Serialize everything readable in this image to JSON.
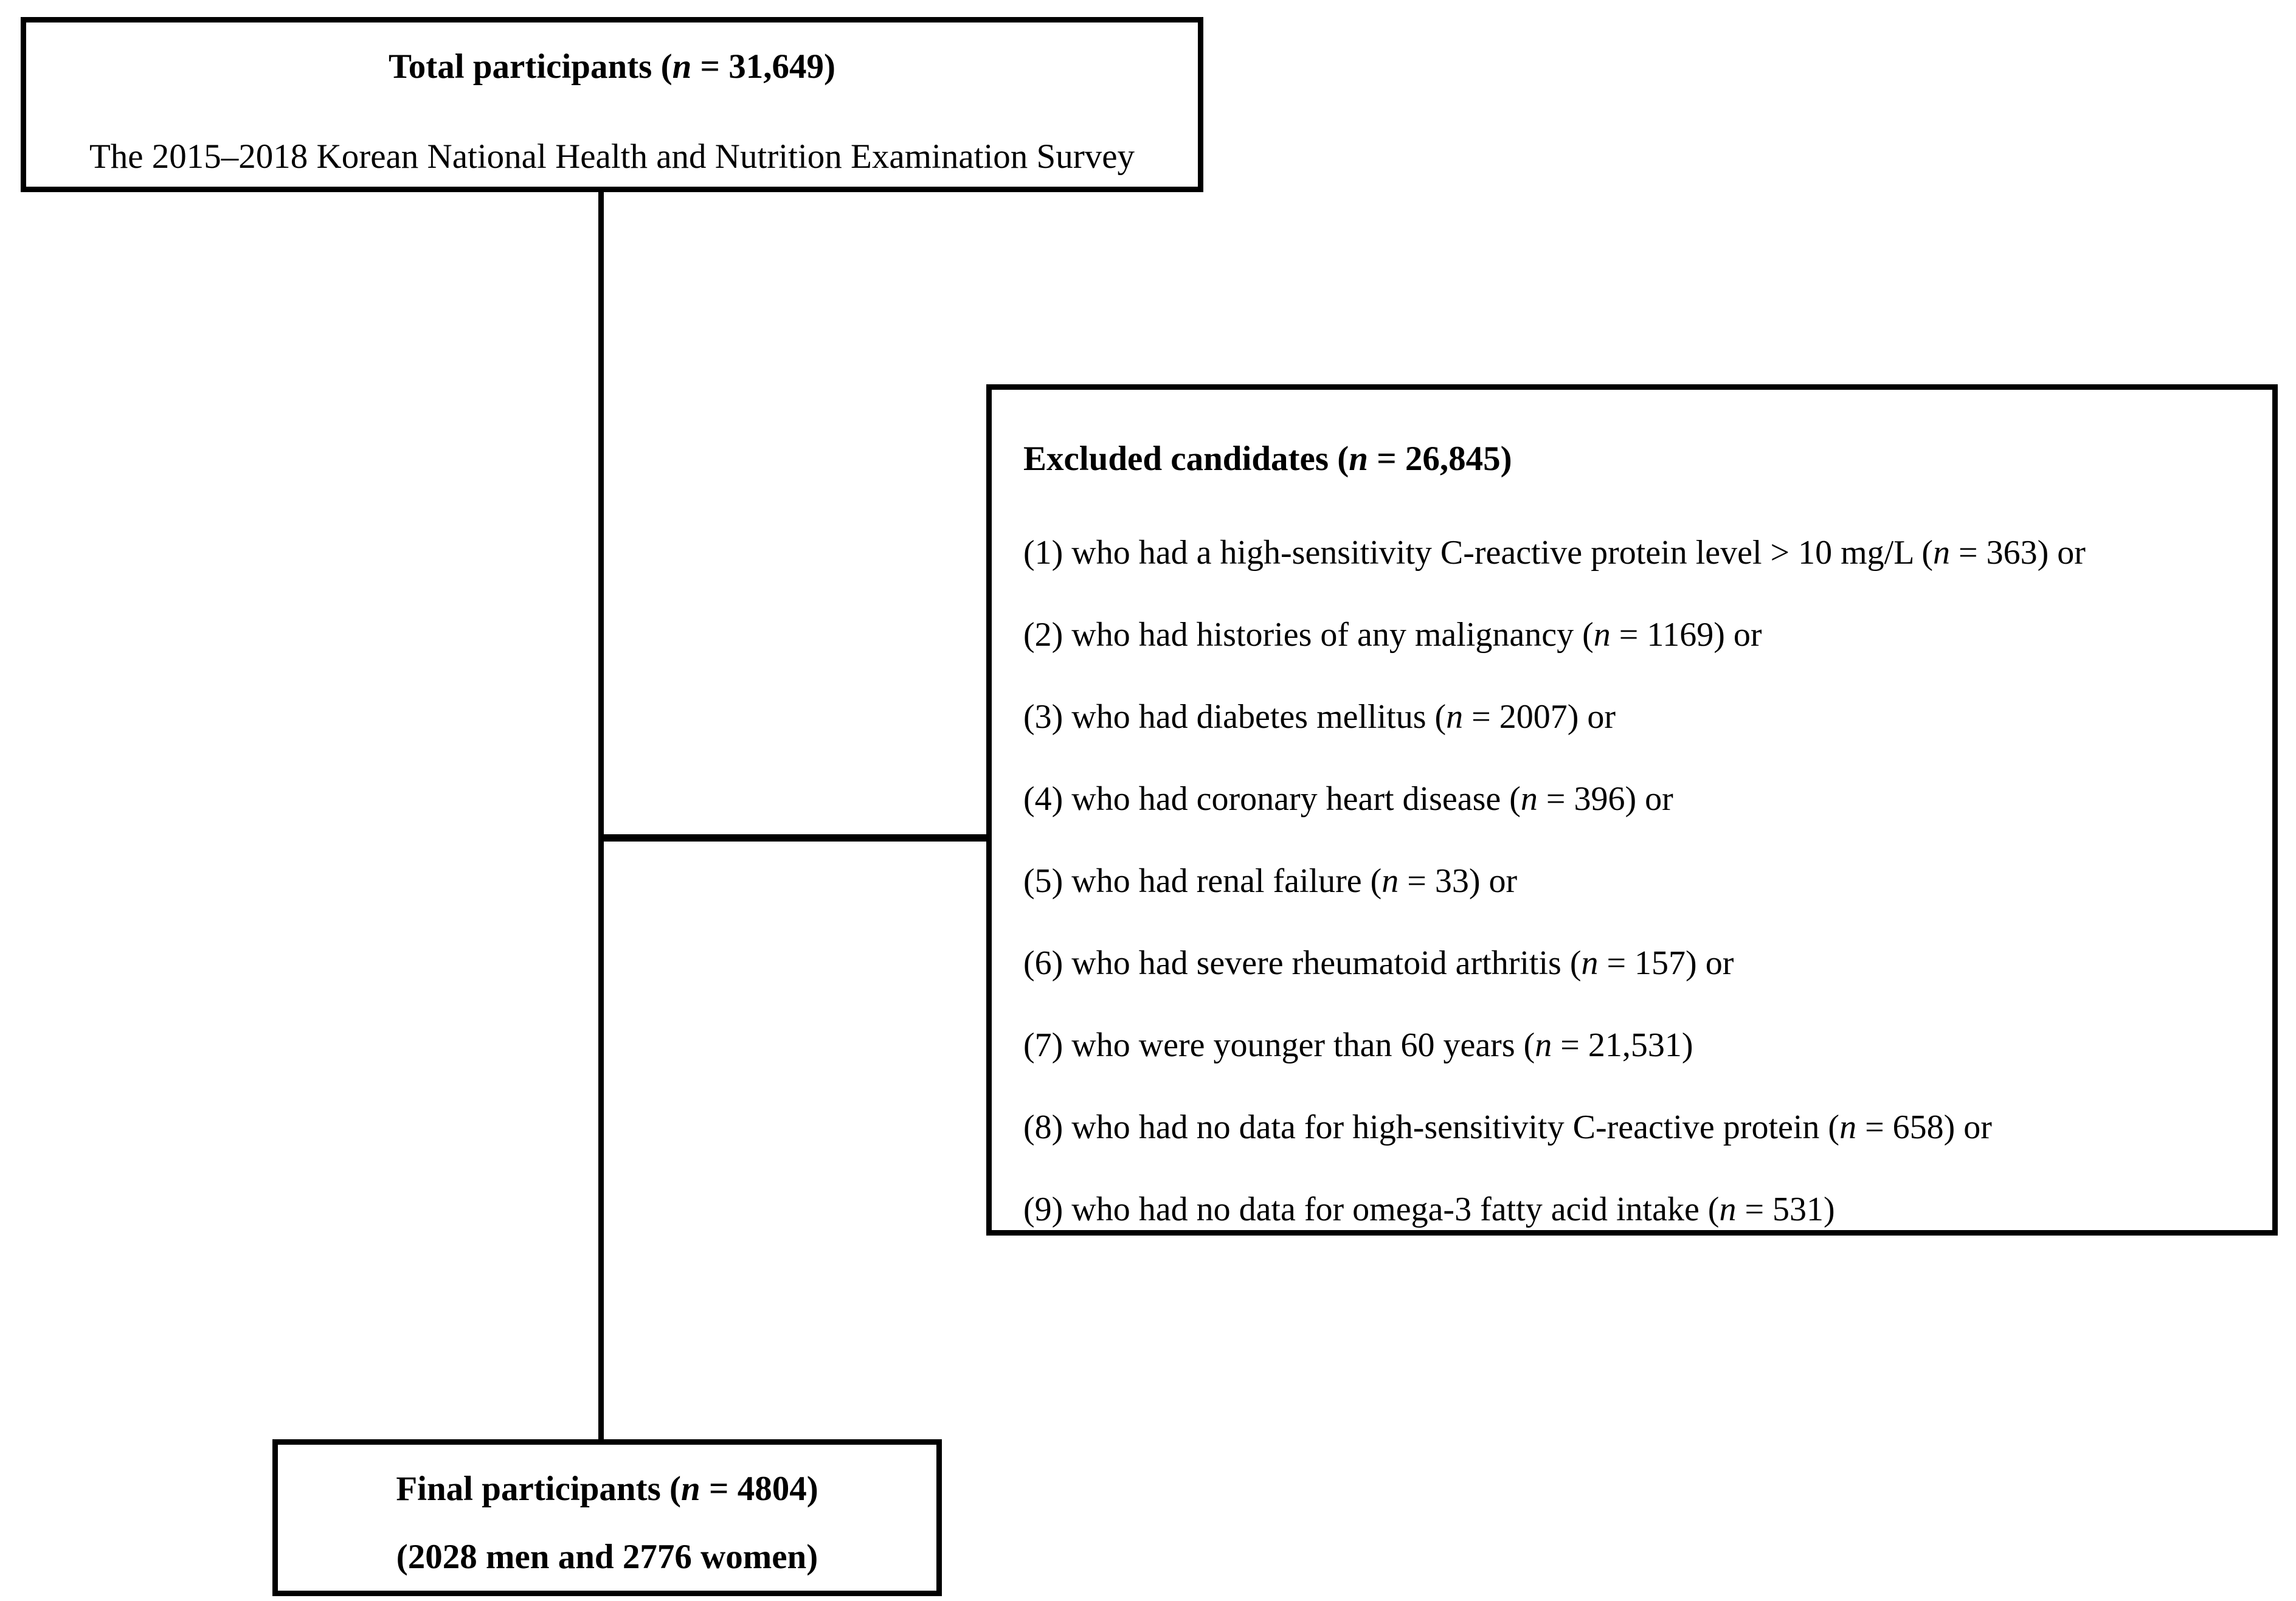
{
  "top_box": {
    "title": "Total participants (n = 31,649)",
    "subtitle": "The 2015–2018 Korean National Health and Nutrition Examination Survey"
  },
  "excluded_box": {
    "title": "Excluded candidates (n = 26,845)",
    "items": [
      "(1) who had a high-sensitivity C-reactive protein level > 10 mg/L (n = 363) or",
      "(2) who had histories of any malignancy (n = 1169) or",
      "(3) who had diabetes mellitus (n = 2007) or",
      "(4) who had coronary heart disease (n = 396) or",
      "(5) who had renal failure (n = 33) or",
      "(6) who had severe rheumatoid arthritis (n = 157) or",
      "(7) who were younger than 60 years (n = 21,531)",
      "(8) who had no data for high-sensitivity C-reactive protein (n = 658) or",
      "(9) who had no data for omega-3 fatty acid intake (n = 531)"
    ]
  },
  "final_box": {
    "title": "Final participants (n = 4804)",
    "subtitle": "(2028 men and 2776 women)"
  },
  "colors": {
    "border": "#000000",
    "background": "#ffffff",
    "text": "#000000"
  }
}
